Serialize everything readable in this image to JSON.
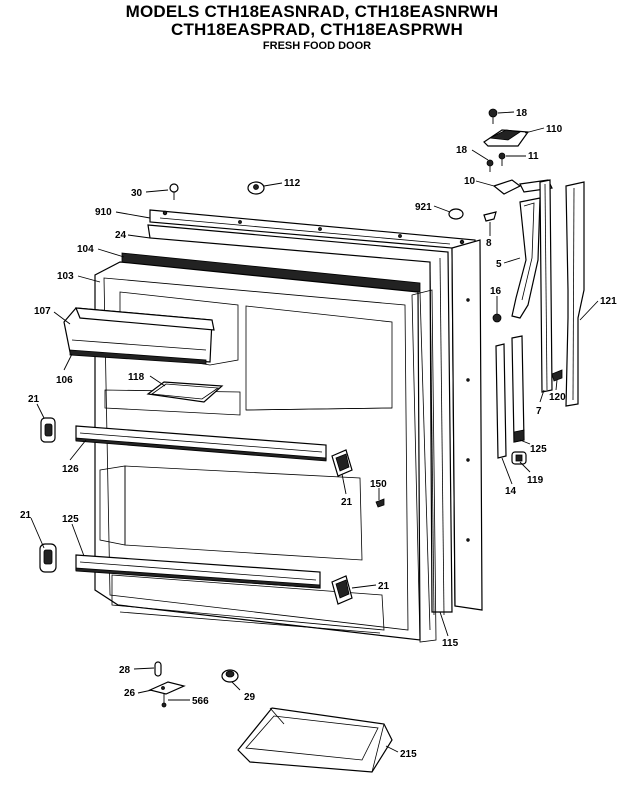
{
  "header": {
    "line1": "MODELS CTH18EASNRAD, CTH18EASNRWH",
    "line2": "CTH18EASPRAD, CTH18EASPRWH",
    "line3": "FRESH FOOD DOOR"
  },
  "callouts": [
    {
      "id": "c18a",
      "text": "18"
    },
    {
      "id": "c110",
      "text": "110"
    },
    {
      "id": "c18b",
      "text": "18"
    },
    {
      "id": "c11",
      "text": "11"
    },
    {
      "id": "c10",
      "text": "10"
    },
    {
      "id": "c30",
      "text": "30"
    },
    {
      "id": "c112",
      "text": "112"
    },
    {
      "id": "c921",
      "text": "921"
    },
    {
      "id": "c910",
      "text": "910"
    },
    {
      "id": "c8",
      "text": "8"
    },
    {
      "id": "c24",
      "text": "24"
    },
    {
      "id": "c104",
      "text": "104"
    },
    {
      "id": "c5",
      "text": "5"
    },
    {
      "id": "c103",
      "text": "103"
    },
    {
      "id": "c16",
      "text": "16"
    },
    {
      "id": "c121",
      "text": "121"
    },
    {
      "id": "c107",
      "text": "107"
    },
    {
      "id": "c118",
      "text": "118"
    },
    {
      "id": "c106",
      "text": "106"
    },
    {
      "id": "c120",
      "text": "120"
    },
    {
      "id": "c7",
      "text": "7"
    },
    {
      "id": "c21a",
      "text": "21"
    },
    {
      "id": "c125a",
      "text": "125"
    },
    {
      "id": "c126",
      "text": "126"
    },
    {
      "id": "c21b",
      "text": "21"
    },
    {
      "id": "c119",
      "text": "119"
    },
    {
      "id": "c14",
      "text": "14"
    },
    {
      "id": "c150",
      "text": "150"
    },
    {
      "id": "c21c",
      "text": "21"
    },
    {
      "id": "c125b",
      "text": "125"
    },
    {
      "id": "c21d",
      "text": "21"
    },
    {
      "id": "c115",
      "text": "115"
    },
    {
      "id": "c28",
      "text": "28"
    },
    {
      "id": "c26",
      "text": "26"
    },
    {
      "id": "c566",
      "text": "566"
    },
    {
      "id": "c29",
      "text": "29"
    },
    {
      "id": "c215",
      "text": "215"
    }
  ]
}
